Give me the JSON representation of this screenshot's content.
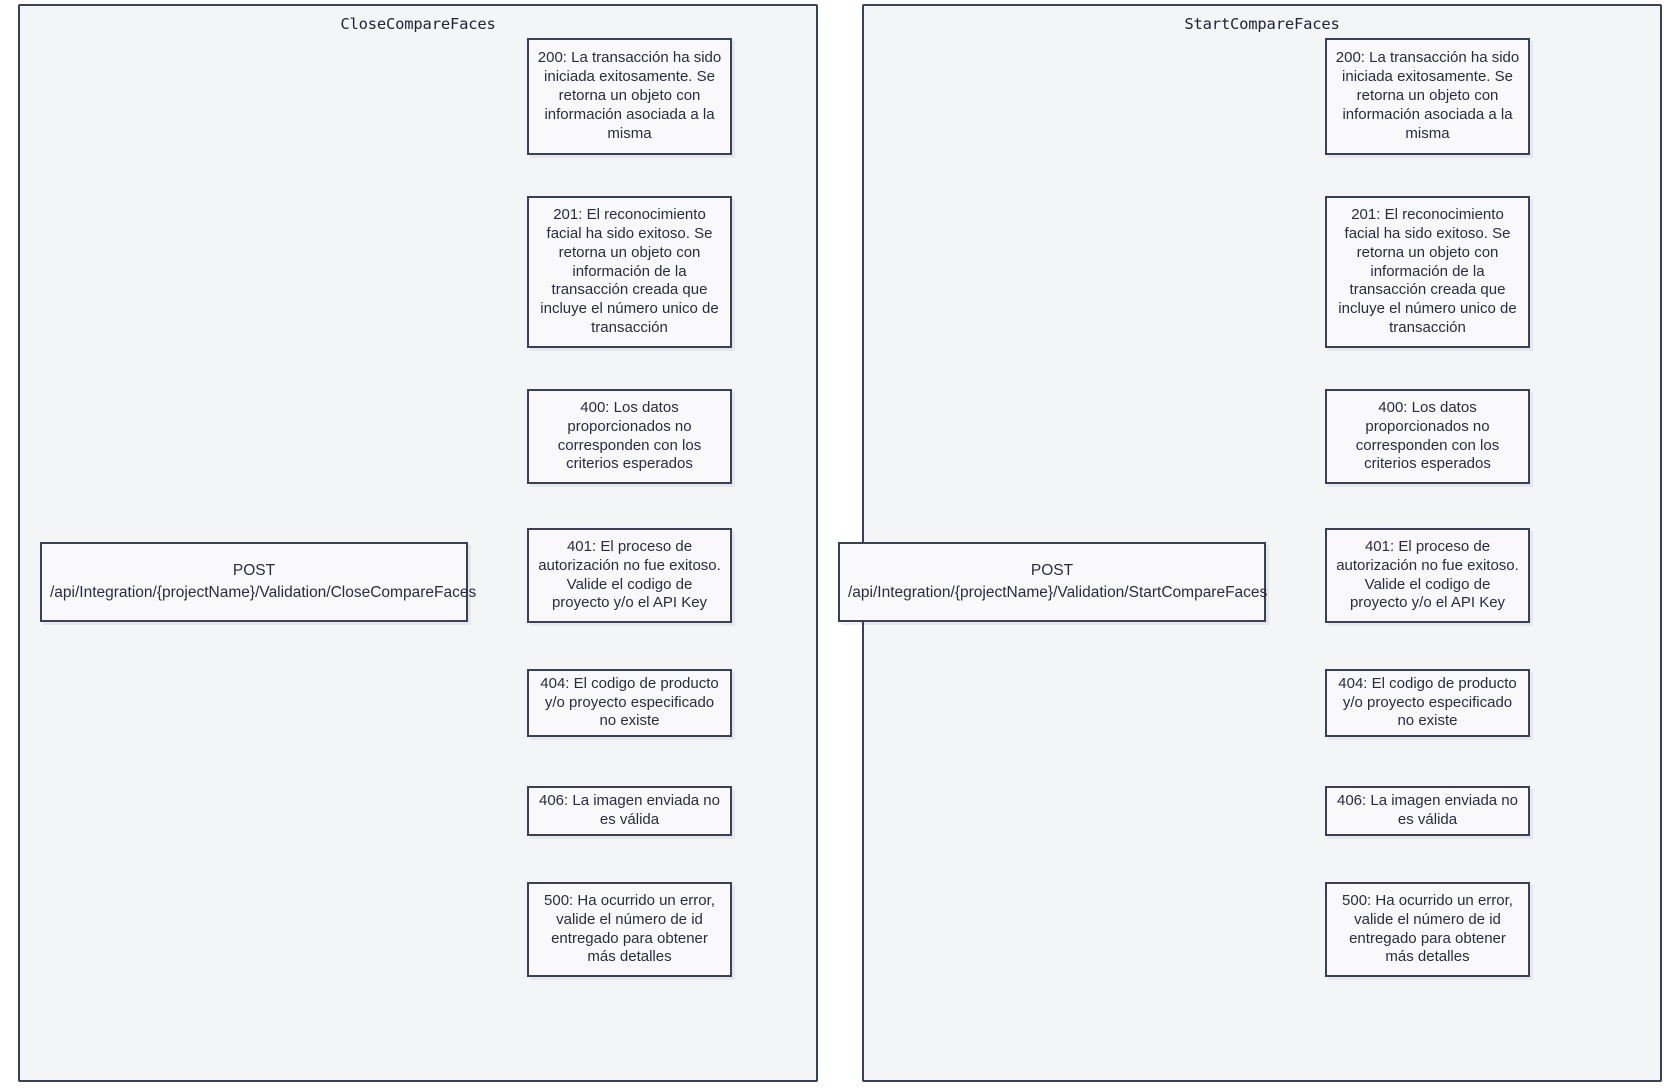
{
  "diagram": {
    "type": "flowchart",
    "direction": "left-to-right",
    "background_color": "#ffffff",
    "panel_fill": "#f4f5f7",
    "node_fill": "#f9f9fb",
    "border_color": "#3c3f58",
    "text_color": "#2b2b40",
    "edge_color": "#000000"
  },
  "panels": [
    {
      "id": "close",
      "title": "CloseCompareFaces",
      "source": {
        "method": "POST",
        "path": "/api/Integration/{projectName}/Validation/CloseCompareFaces"
      },
      "responses": [
        {
          "code": "200",
          "text": "200: La transacción ha sido iniciada exitosamente. Se retorna un objeto con información asociada a la misma"
        },
        {
          "code": "201",
          "text": "201: El reconocimiento facial ha sido exitoso. Se retorna un objeto con información de la transacción creada que incluye el número unico de transacción"
        },
        {
          "code": "400",
          "text": "400: Los datos proporcionados no corresponden con los criterios esperados"
        },
        {
          "code": "401",
          "text": "401: El proceso de autorización no fue exitoso. Valide el codigo de proyecto y/o el API Key"
        },
        {
          "code": "404",
          "text": "404: El codigo de producto y/o proyecto especificado no existe"
        },
        {
          "code": "406",
          "text": "406: La imagen enviada no es válida"
        },
        {
          "code": "500",
          "text": "500: Ha ocurrido un error, valide el número de id entregado para obtener más detalles"
        }
      ]
    },
    {
      "id": "start",
      "title": "StartCompareFaces",
      "source": {
        "method": "POST",
        "path": "/api/Integration/{projectName}/Validation/StartCompareFaces"
      },
      "responses": [
        {
          "code": "200",
          "text": "200: La transacción ha sido iniciada exitosamente. Se retorna un objeto con información asociada a la misma"
        },
        {
          "code": "201",
          "text": "201: El reconocimiento facial ha sido exitoso. Se retorna un objeto con información de la transacción creada que incluye el número unico de transacción"
        },
        {
          "code": "400",
          "text": "400: Los datos proporcionados no corresponden con los criterios esperados"
        },
        {
          "code": "401",
          "text": "401: El proceso de autorización no fue exitoso. Valide el codigo de proyecto y/o el API Key"
        },
        {
          "code": "404",
          "text": "404: El codigo de producto y/o proyecto especificado no existe"
        },
        {
          "code": "406",
          "text": "406: La imagen enviada no es válida"
        },
        {
          "code": "500",
          "text": "500: Ha ocurrido un error, valide el número de id entregado para obtener más detalles"
        }
      ]
    }
  ]
}
